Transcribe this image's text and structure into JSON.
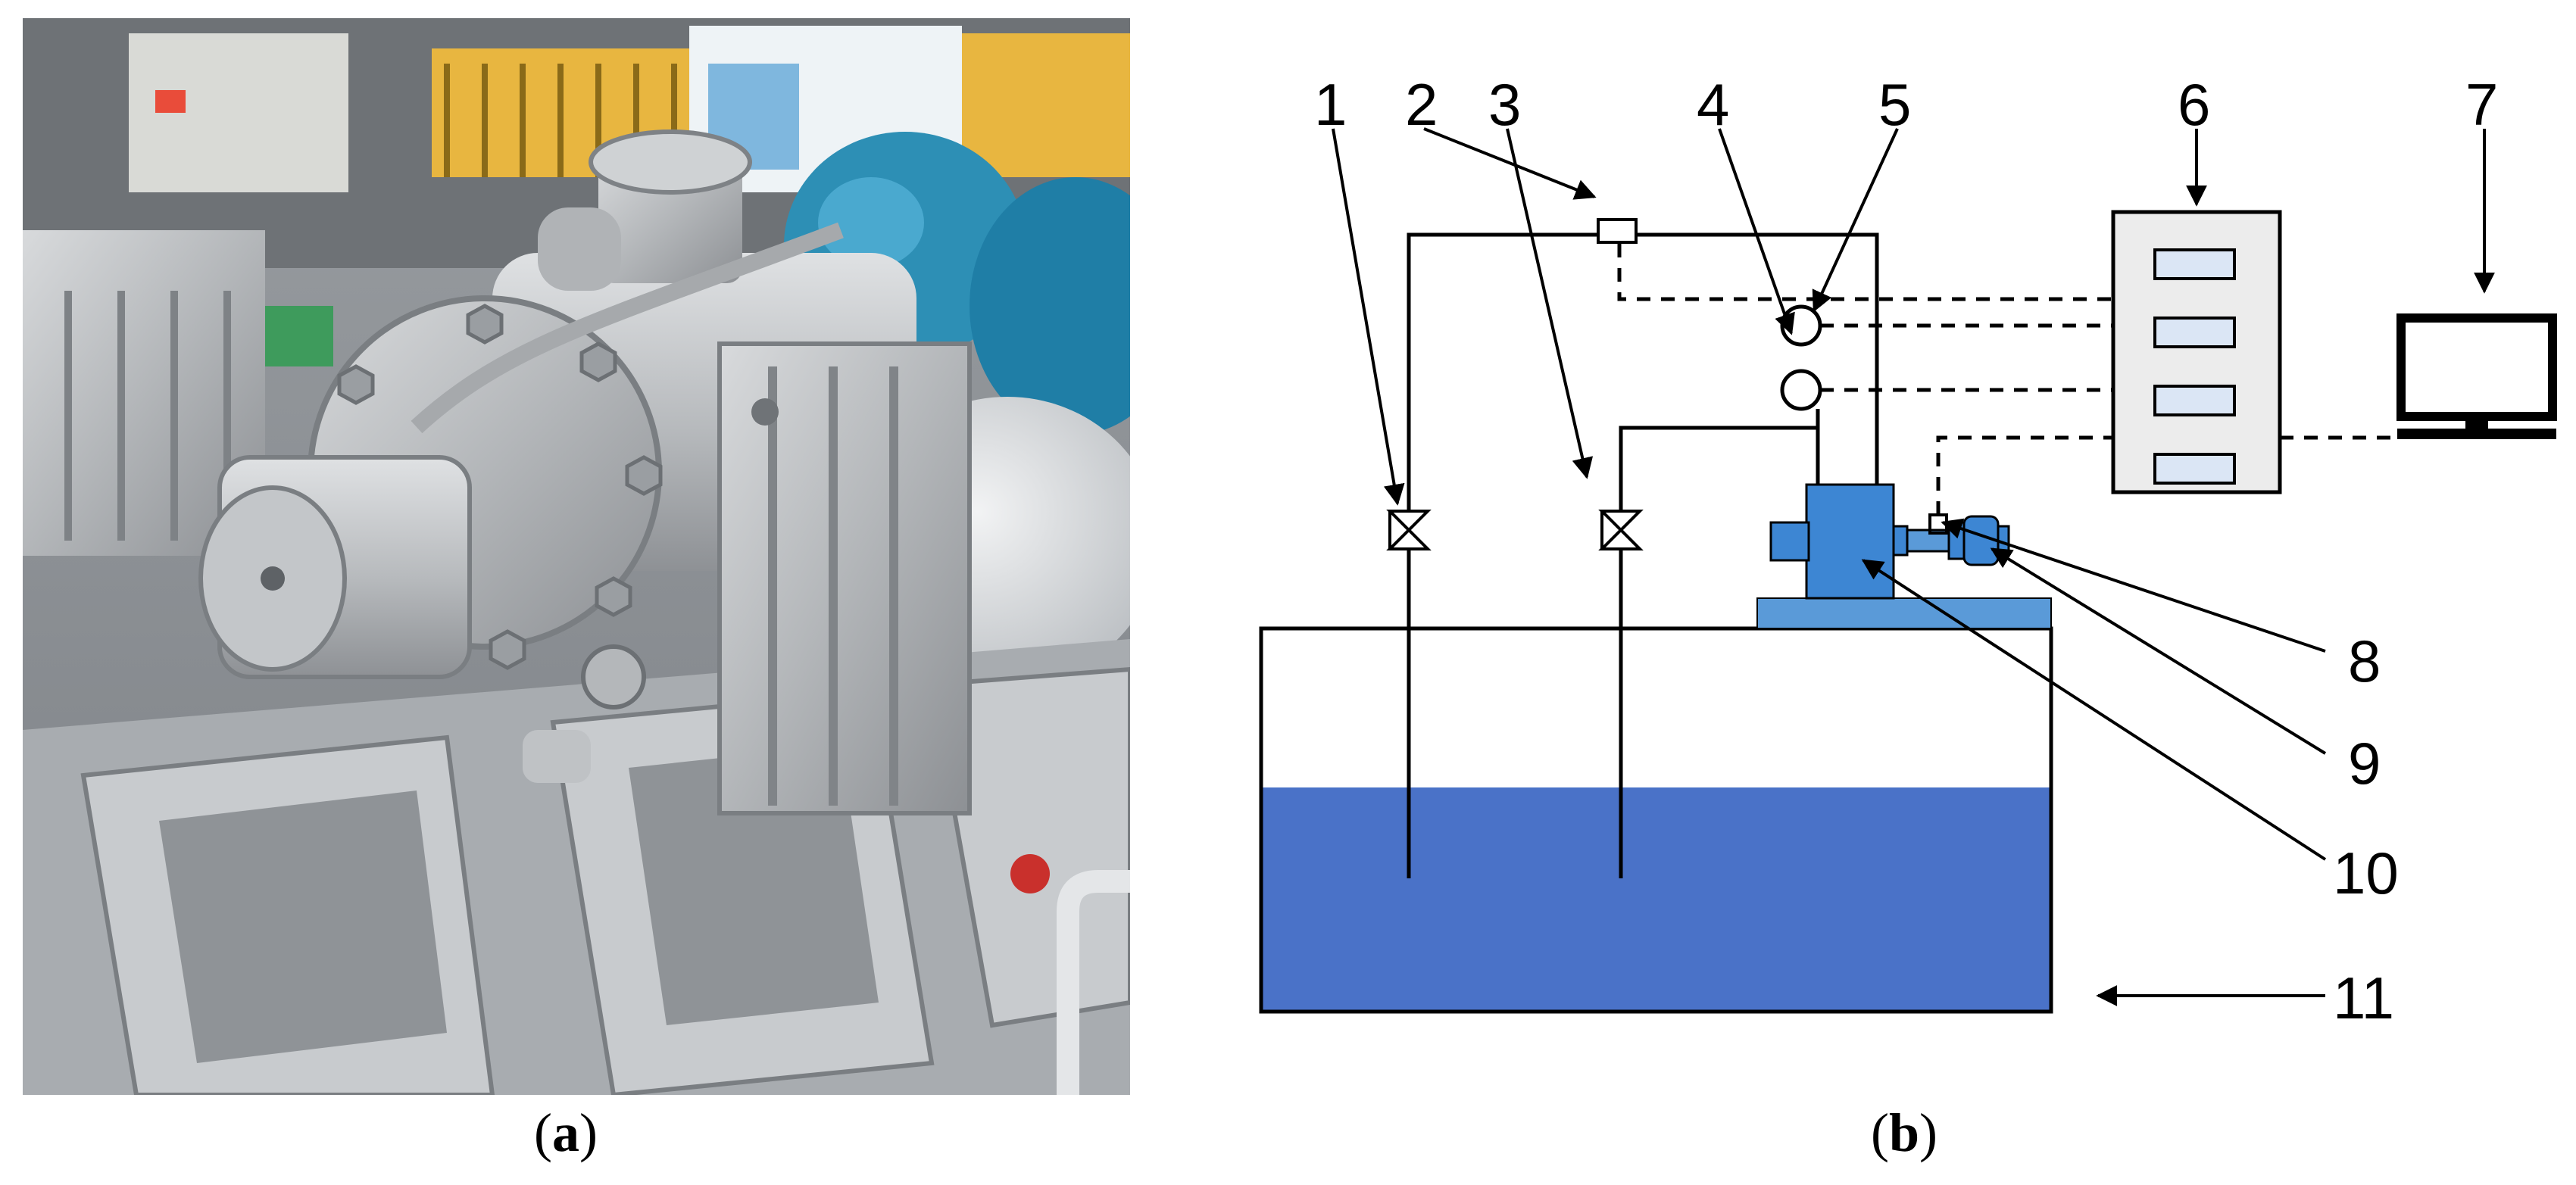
{
  "captions": {
    "a": {
      "open": "(",
      "letter": "a",
      "close": ")"
    },
    "b": {
      "open": "(",
      "letter": "b",
      "close": ")"
    }
  },
  "callouts": [
    "1",
    "2",
    "3",
    "4",
    "5",
    "6",
    "7",
    "8",
    "9",
    "10",
    "11"
  ],
  "colors": {
    "water": "#4a72c8",
    "pump_blue": "#3d86d3",
    "base_blue": "#5a9ad8",
    "pump_silver": "#b9bcbe",
    "line": "#000000"
  }
}
